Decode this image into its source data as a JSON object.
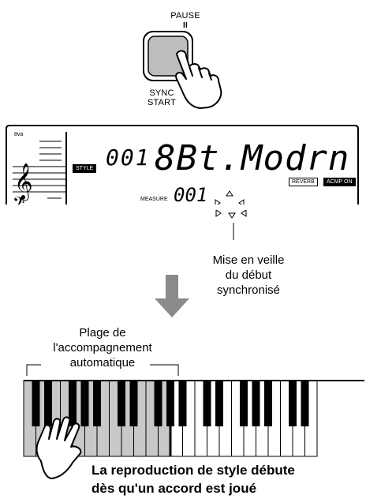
{
  "button": {
    "top_label": "PAUSE",
    "pause_symbol": "II",
    "bottom_label_line1": "SYNC",
    "bottom_label_line2": "START"
  },
  "lcd": {
    "octave_mark": "8va",
    "style_tag": "STYLE",
    "style_number": "001",
    "style_name": "8Bt.Modrn",
    "measure_label": "MEASURE",
    "measure_value": "001",
    "reverb_tag": "REVERB",
    "acmp_tag": "ACMP ON"
  },
  "callout": {
    "line1": "Mise en veille",
    "line2": "du début",
    "line3": "synchronisé"
  },
  "range_label": {
    "line1": "Plage de",
    "line2": "l'accompagnement",
    "line3": "automatique"
  },
  "bottom_text": {
    "line1": "La reproduction de style débute",
    "line2": "dès qu'un accord est joué"
  },
  "colors": {
    "button_fill": "#bdbdbd",
    "keys_shaded": "#c8c8c8",
    "arrow": "#8a8a8a"
  }
}
